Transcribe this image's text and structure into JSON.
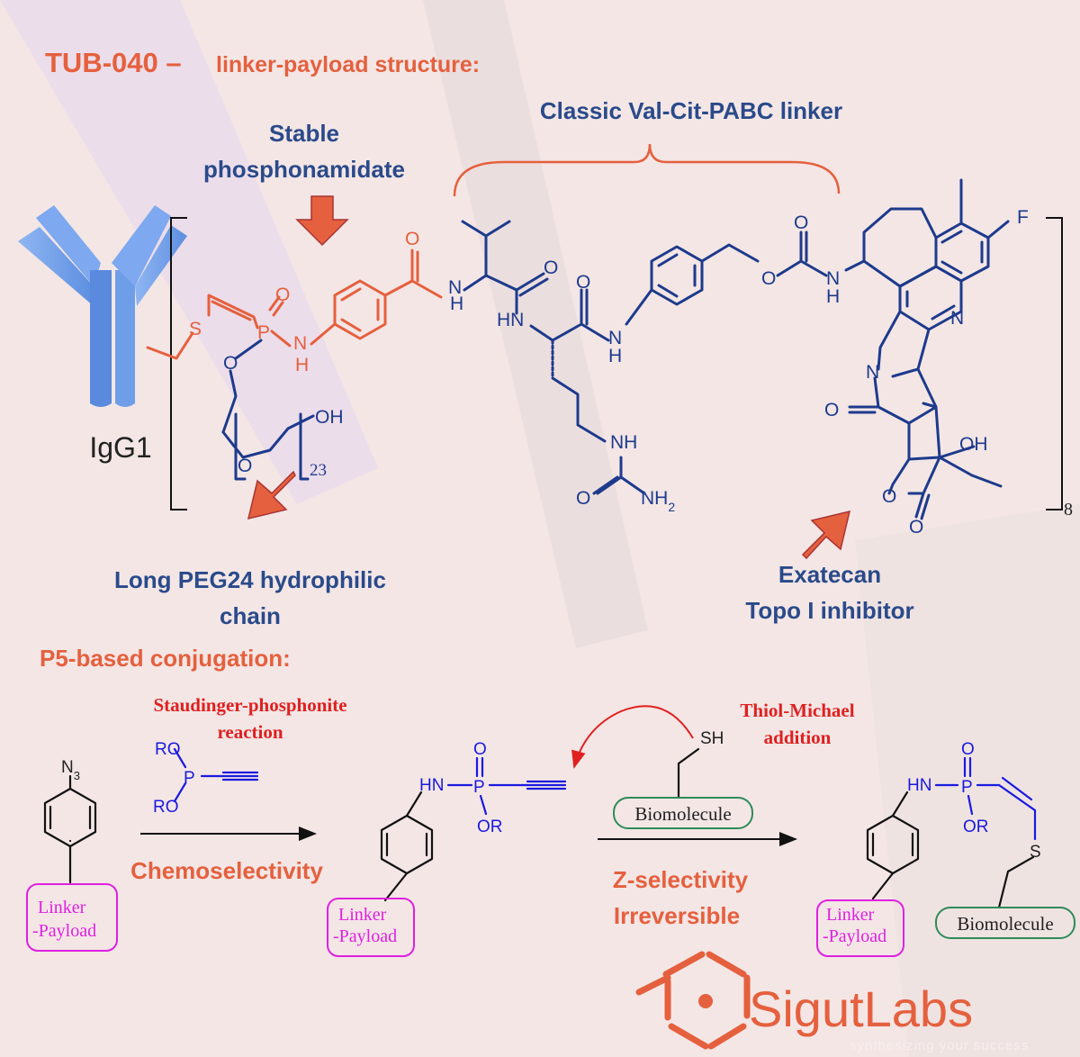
{
  "title": {
    "main": "TUB-040 –",
    "sub": "linker-payload structure:"
  },
  "labels": {
    "linker": "Classic Val-Cit-PABC linker",
    "phos_line1": "Stable",
    "phos_line2": "phosphonamidate",
    "peg_line1": "Long PEG24 hydrophilic",
    "peg_line2": "chain",
    "exa_line1": "Exatecan",
    "exa_line2": "Topo I inhibitor",
    "antibody": "IgG1",
    "dar": "8",
    "peg_repeat": "23"
  },
  "conjugation": {
    "heading": "P5-based conjugation:",
    "staudinger_line1": "Staudinger-phosphonite",
    "staudinger_line2": "reaction",
    "thiol_line1": "Thiol-Michael",
    "thiol_line2": "addition",
    "chemoselectivity": "Chemoselectivity",
    "zsel": "Z-selectivity",
    "irreversible": "Irreversible",
    "linker_line1": "Linker",
    "linker_line2": "-Payload",
    "biomolecule": "Biomolecule"
  },
  "atoms": {
    "O": "O",
    "N": "N",
    "S": "S",
    "P": "P",
    "F": "F",
    "H": "H",
    "NH": "NH",
    "HN": "HN",
    "OH": "OH",
    "SH": "SH",
    "RO": "RO",
    "OR": "OR",
    "N3": "N",
    "N3_sub": "3",
    "NH2": "NH",
    "NH2_sub": "2"
  },
  "logo": {
    "name": "SigutLabs",
    "tagline": "synthesizing your success"
  },
  "colors": {
    "orange": "#e5603e",
    "navy": "#1d3a8c",
    "label_blue": "#2a4a8a",
    "red": "#e02020",
    "magenta": "#e020e0",
    "green": "#2e8b57",
    "antibody": "#6f9ee8"
  }
}
